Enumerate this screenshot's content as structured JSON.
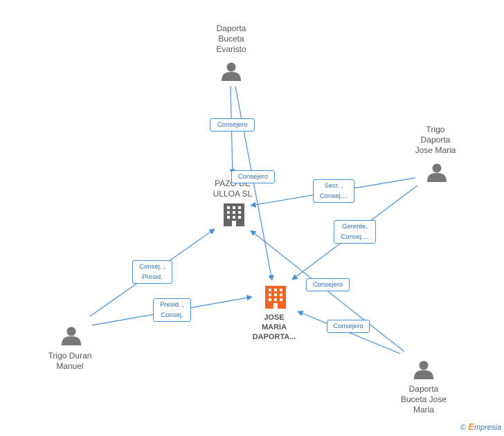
{
  "nodes": {
    "evaristo": {
      "label": "Daporta\nBuceta\nEvaristo",
      "type": "person"
    },
    "trigo_jose": {
      "label": "Trigo\nDaporta\nJose Maria",
      "type": "person"
    },
    "pazo": {
      "label": "PAZO DE\nULLOA SL",
      "type": "company"
    },
    "main": {
      "label": "JOSE\nMARIA\nDAPORTA...",
      "type": "company-main"
    },
    "trigo_manuel": {
      "label": "Trigo Duran\nManuel",
      "type": "person"
    },
    "daporta_jose": {
      "label": "Daporta\nBuceta Jose\nMaria",
      "type": "person"
    }
  },
  "edges": {
    "e1": "Consejero",
    "e2": "Consejero",
    "e3": "Secr. ,\nConsej....",
    "e4": "Gerente,\nConsej....",
    "e5": "Consej. ,\nPresid.",
    "e6": "Presid. ,\nConsej.",
    "e7": "Consejero",
    "e8": "Consejero"
  },
  "colors": {
    "edge": "#4a90d9",
    "person_icon": "#777777",
    "company_icon": "#666666",
    "main_company_icon": "#f26522"
  },
  "footer": {
    "copyright_symbol": "©",
    "brand_initial": "E",
    "brand_rest": "mpresia"
  }
}
